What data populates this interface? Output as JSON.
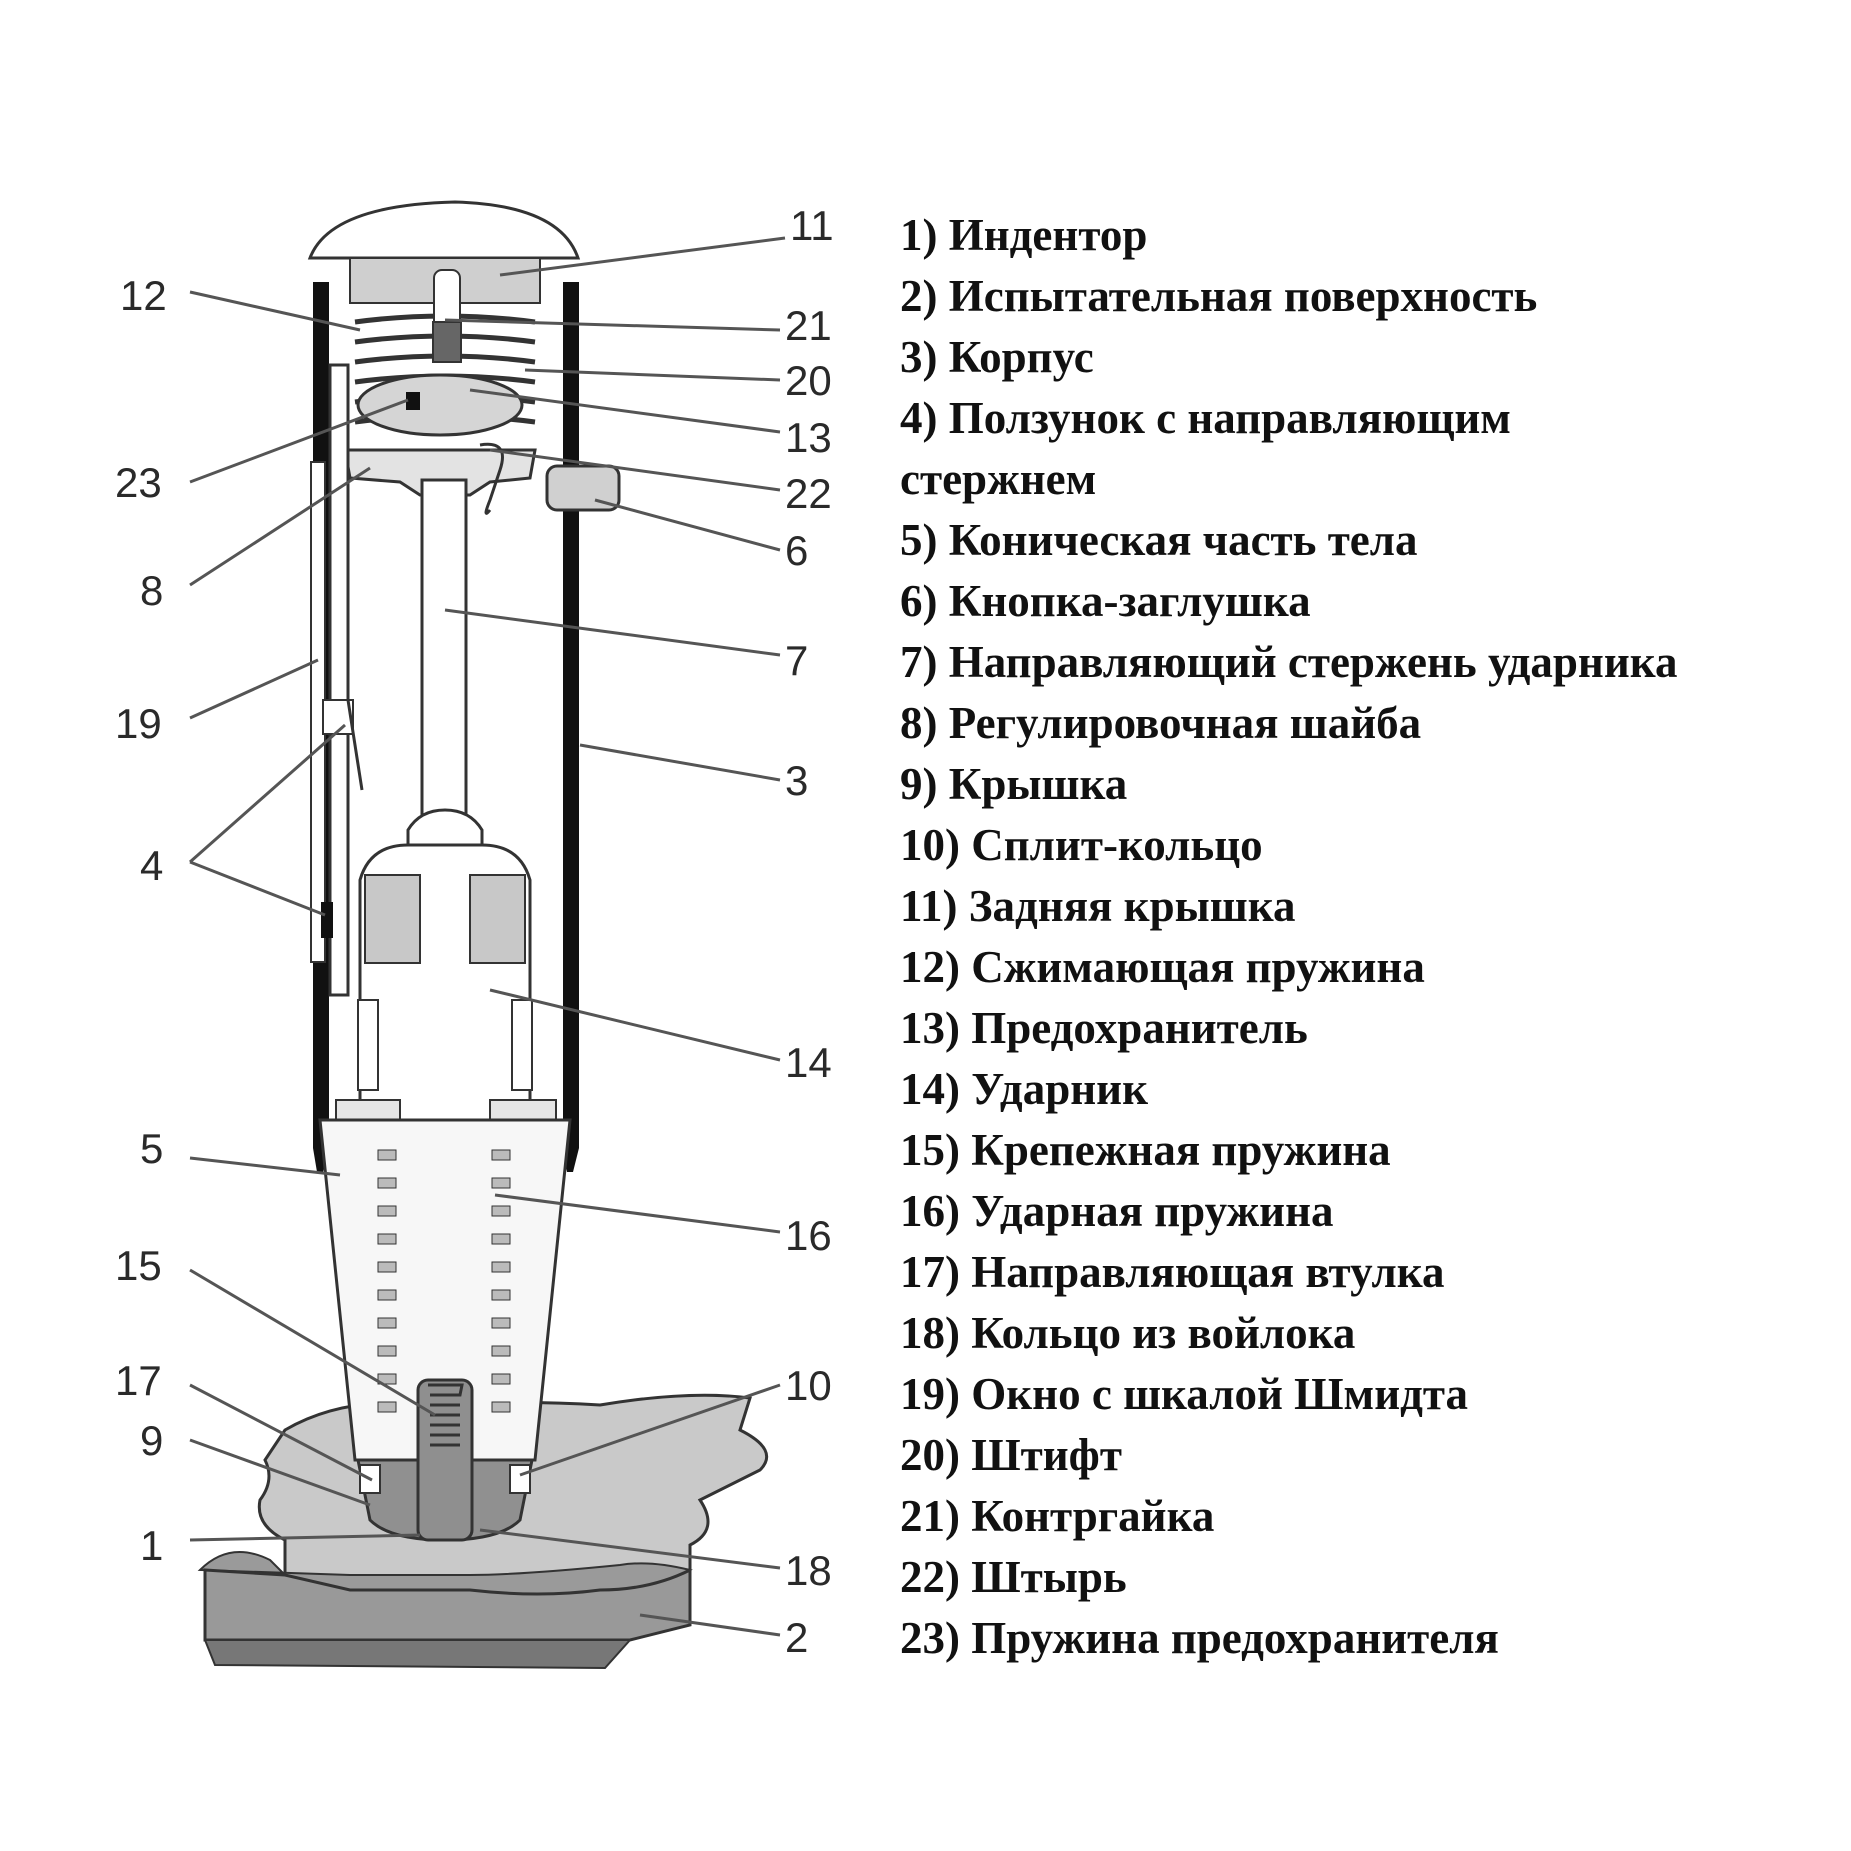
{
  "callouts": [
    "11",
    "12",
    "21",
    "20",
    "13",
    "23",
    "22",
    "6",
    "8",
    "7",
    "19",
    "3",
    "4",
    "14",
    "5",
    "16",
    "15",
    "17",
    "10",
    "9",
    "1",
    "18",
    "2"
  ],
  "legend": [
    "1) Индентор",
    "2) Испытательная поверхность",
    "3) Корпус",
    "4) Ползунок с направляющим",
    "стержнем",
    "5) Коническая часть тела",
    "6) Кнопка-заглушка",
    "7) Направляющий стержень ударника",
    "8) Регулировочная шайба",
    "9) Крышка",
    "10) Сплит-кольцо",
    "11) Задняя крышка",
    "12) Сжимающая пружина",
    "13) Предохранитель",
    "14) Ударник",
    "15) Крепежная пружина",
    "16) Ударная пружина",
    "17) Направляющая втулка",
    "18) Кольцо из войлока",
    "19) Окно с шкалой Шмидта",
    "20) Штифт",
    "21) Контргайка",
    "22) Штырь",
    "23) Пружина предохранителя"
  ]
}
